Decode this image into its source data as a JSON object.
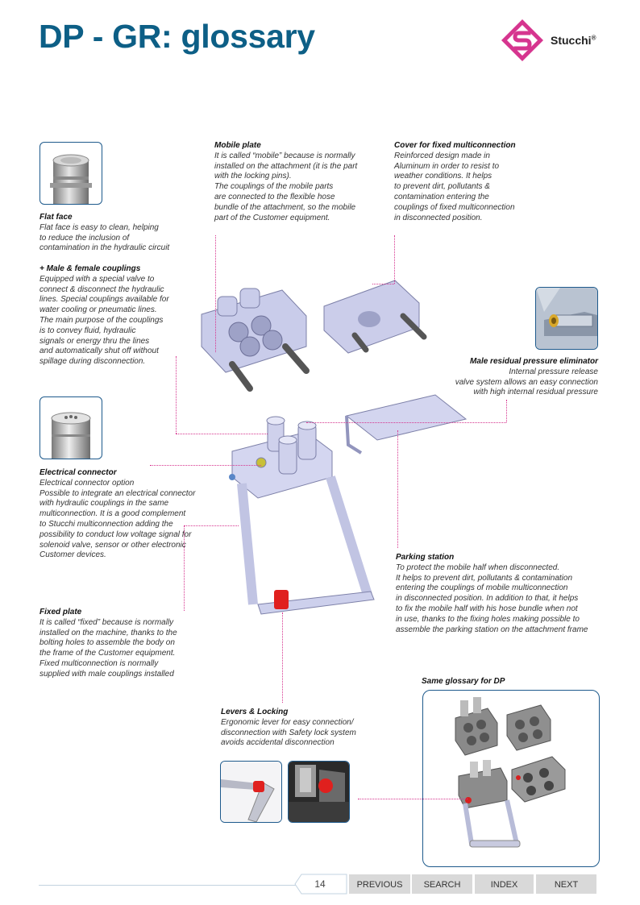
{
  "header": {
    "title": "DP - GR: glossary",
    "brand": "Stucchi",
    "brand_mark": "®"
  },
  "colors": {
    "title": "#0d5f86",
    "accent_pink": "#d6358f",
    "frame_blue": "#1e5a8c",
    "nav_button_bg": "#d9d9d9"
  },
  "blocks": {
    "flat_face": {
      "heading": "Flat face",
      "lines": [
        "Flat face is easy to clean, helping",
        "to reduce the inclusion of",
        "contamination in the hydraulic circuit"
      ]
    },
    "couplings": {
      "heading": "+ Male & female couplings",
      "lines": [
        "Equipped with a special valve to",
        "connect & disconnect the hydraulic",
        "lines. Special couplings available for",
        "water cooling or pneumatic lines.",
        "The main purpose of the couplings",
        "is to convey fluid, hydraulic",
        "signals or energy thru the lines",
        "and automatically shut off without",
        "spillage during disconnection."
      ]
    },
    "mobile_plate": {
      "heading": "Mobile plate",
      "lines": [
        "It is called “mobile” because is normally",
        "installed on the attachment (it is the part",
        "with the locking pins).",
        "The couplings of the mobile parts",
        "are connected to the flexible hose",
        "bundle of the attachment, so the mobile",
        "part of the Customer equipment."
      ]
    },
    "cover": {
      "heading": "Cover for fixed multiconnection",
      "lines": [
        "Reinforced design made in",
        "Aluminum in order to resist to",
        "weather conditions. It helps",
        "to prevent dirt, pollutants &",
        "contamination entering the",
        "couplings of fixed multiconnection",
        "in disconnected position."
      ]
    },
    "eliminator": {
      "heading": "Male residual pressure eliminator",
      "lines": [
        "Internal pressure release",
        "valve system allows an easy connection",
        "with high internal residual pressure"
      ]
    },
    "electrical": {
      "heading": "Electrical connector",
      "lines": [
        "Electrical connector option",
        "Possible to integrate an electrical connector",
        "with hydraulic couplings in the same",
        "multiconnection. It is a good complement",
        "to Stucchi multiconnection adding the",
        "possibility to conduct low voltage signal for",
        "solenoid valve, sensor or other electronic",
        "Customer devices."
      ]
    },
    "parking": {
      "heading": "Parking station",
      "lines": [
        "To protect the mobile half when disconnected.",
        "It helps to prevent dirt, pollutants & contamination",
        "entering the couplings of mobile multiconnection",
        "in disconnected position. In addition to that, it helps",
        "to fix the mobile half with his hose bundle when not",
        "in use, thanks to the fixing holes making possible to",
        "assemble the parking station on the attachment frame"
      ]
    },
    "fixed_plate": {
      "heading": "Fixed plate",
      "lines": [
        "It is called “fixed” because is normally",
        "installed on the machine, thanks to the",
        "bolting holes to assemble the body on",
        "the frame of the Customer equipment.",
        "Fixed multiconnection is normally",
        "supplied with male couplings installed"
      ]
    },
    "levers": {
      "heading": "Levers & Locking",
      "lines": [
        "Ergonomic lever for easy connection/",
        "disconnection with Safety lock system",
        "avoids accidental disconnection"
      ]
    },
    "same_glossary": {
      "heading": "Same glossary for DP"
    }
  },
  "footer": {
    "page_number": "14",
    "buttons": [
      "PREVIOUS",
      "SEARCH",
      "INDEX",
      "NEXT"
    ]
  }
}
